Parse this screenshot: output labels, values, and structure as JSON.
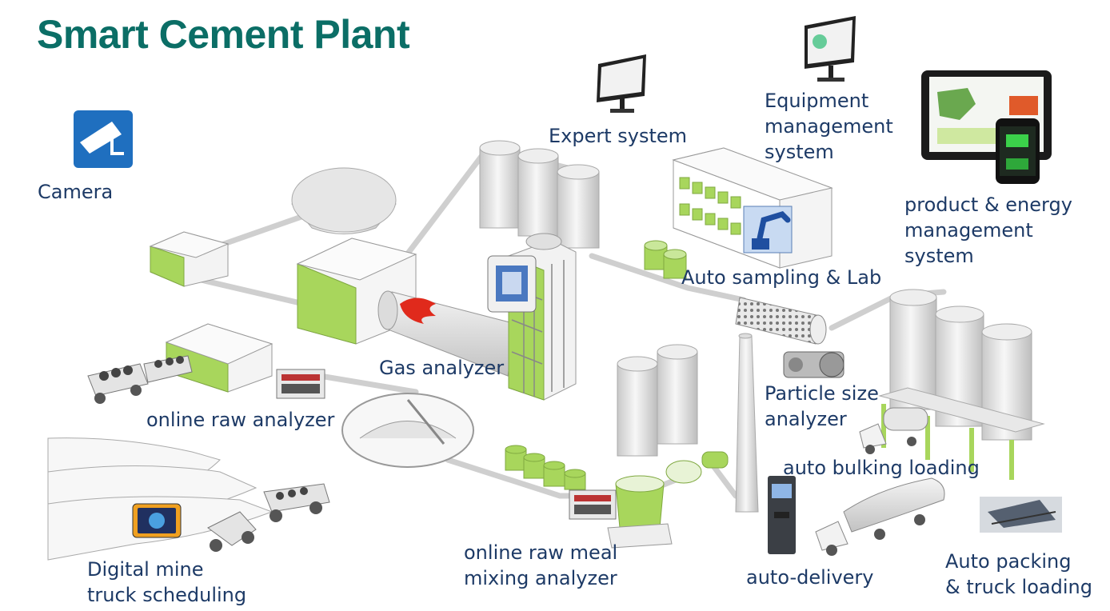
{
  "title": "Smart Cement Plant",
  "colors": {
    "title": "#0b6e66",
    "label": "#1d3a66",
    "accent_green": "#a8d65c",
    "structure_gray": "#d9d9d9",
    "icon_blue": "#1f6fbf"
  },
  "labels": {
    "camera": "Camera",
    "expert": "Expert system",
    "equipment": "Equipment\nmanagement\nsystem",
    "product_energy": "product & energy\nmanagement\nsystem",
    "auto_sampling": "Auto sampling & Lab",
    "gas_analyzer": "Gas analyzer",
    "particle": "Particle size\nanalyzer",
    "online_raw": "online raw analyzer",
    "auto_bulking": "auto bulking loading",
    "digital_mine": "Digital mine\ntruck scheduling",
    "raw_meal": "online raw meal\nmixing analyzer",
    "auto_delivery": "auto-delivery",
    "auto_packing": "Auto packing\n& truck loading"
  },
  "icons": [
    "camera-icon",
    "monitor-icon",
    "tablet-icon",
    "phone-icon",
    "robot-arm-icon",
    "gas-analyzer-icon",
    "xrf-analyzer-icon",
    "particle-analyzer-icon",
    "kiosk-icon",
    "gps-device-icon",
    "packing-machine-icon"
  ]
}
